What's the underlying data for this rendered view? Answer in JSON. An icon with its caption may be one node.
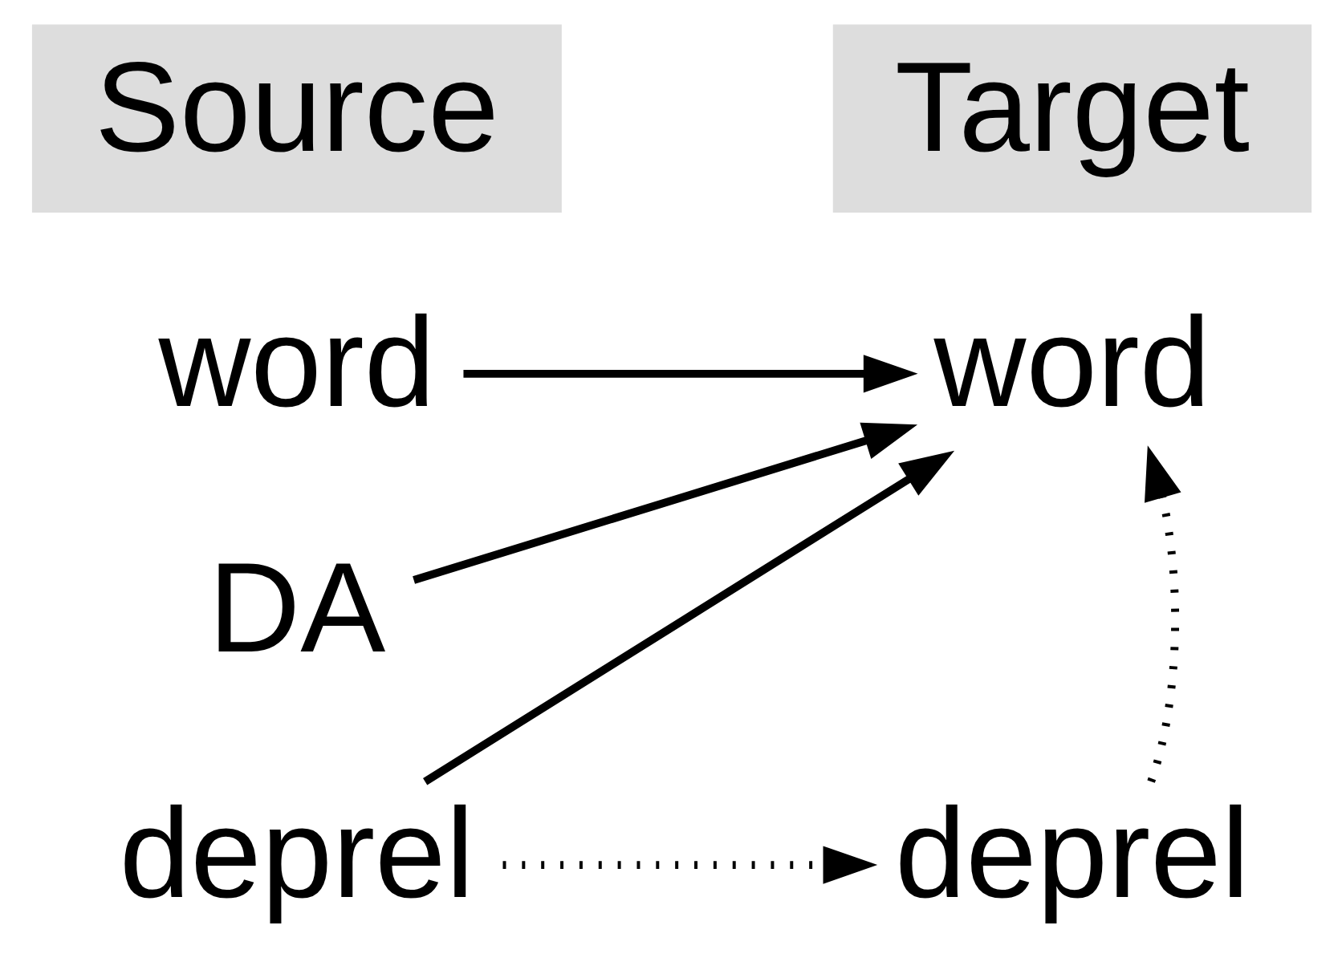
{
  "diagram": {
    "nodes": [
      {
        "text": [
          "Source"
        ]
      },
      {
        "text": [
          "Target"
        ]
      },
      {
        "text": [
          "word"
        ]
      },
      {
        "text": [
          "word"
        ]
      },
      {
        "text": [
          "DA"
        ]
      },
      {
        "text": [
          "deprel"
        ]
      },
      {
        "text": [
          "deprel"
        ]
      }
    ],
    "edges": [
      {
        "from": 2,
        "to": 3,
        "arrow": "to"
      },
      {
        "from": 4,
        "to": 3,
        "arrow": "to"
      },
      {
        "from": 5,
        "to": 3,
        "arrow": "to"
      },
      {
        "from": 5,
        "to": 6,
        "arrow": "to",
        "style": "dashed"
      },
      {
        "from": 6,
        "to": 3,
        "arrow": "to",
        "style": "dashed"
      }
    ]
  }
}
